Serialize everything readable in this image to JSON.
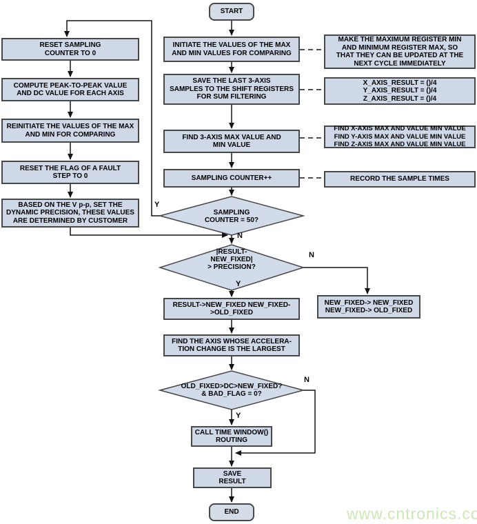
{
  "diagram": {
    "kind": "flowchart",
    "watermark": "www.cntronics.com",
    "colors": {
      "node_fill": "#ced8e6",
      "diamond_fill": "#d2dbe9",
      "node_border": "#474747",
      "arrow": "#141414",
      "watermark_text": "#cbe8b5"
    },
    "nodes": {
      "start": {
        "shape": "terminator",
        "text": "START"
      },
      "init_max_min": {
        "shape": "process",
        "text": "INITIATE THE VALUES OF THE MAX\nAND MIN VALUES FOR COMPARING"
      },
      "save_samples": {
        "shape": "process",
        "text": "SAVE THE LAST 3-AXIS\nSAMPLES TO THE SHIFT REGISTERS\nFOR SUM FILTERING"
      },
      "find_max_min": {
        "shape": "process",
        "text": "FIND 3-AXIS MAX VALUE AND\nMIN VALUE"
      },
      "sampling_counter_inc": {
        "shape": "process",
        "text": "SAMPLING COUNTER++"
      },
      "decision_counter_50": {
        "shape": "decision",
        "text": "SAMPLING\nCOUNTER = 50?"
      },
      "decision_precision": {
        "shape": "decision",
        "text": "|RESULT-\nNEW_FIXED|\n> PRECISION?"
      },
      "result_to_new_fixed": {
        "shape": "process",
        "text": "RESULT->NEW_FIXED NEW_FIXED-\n>OLD_FIXED"
      },
      "find_axis_largest": {
        "shape": "process",
        "text": "FIND THE AXIS WHOSE ACCELERA-\nTION CHANGE IS THE LARGEST"
      },
      "decision_old_dc_new": {
        "shape": "decision",
        "text": "OLD_FIXED>DC>NEW_FIXED?\n& BAD_FLAG = 0?"
      },
      "call_time_window": {
        "shape": "process",
        "text": "CALL TIME WINDOW()\nROUTING"
      },
      "save_result": {
        "shape": "process",
        "text": "SAVE\nRESULT"
      },
      "end": {
        "shape": "terminator",
        "text": "END"
      },
      "reset_sampling_counter": {
        "shape": "process",
        "text": "RESET SAMPLING\nCOUNTER TO 0"
      },
      "compute_peak_dc": {
        "shape": "process",
        "text": "COMPUTE PEAK-TO-PEAK VALUE\nAND DC VALUE FOR EACH AXIS"
      },
      "reinitiate_max_min": {
        "shape": "process",
        "text": "REINITIATE THE VALUES OF THE MAX\nAND MIN FOR COMPARING"
      },
      "reset_fault_flag": {
        "shape": "process",
        "text": "RESET THE FLAG OF A FAULT\nSTEP TO 0"
      },
      "set_dynamic_precision": {
        "shape": "process",
        "text": "BASED ON THE V p-p, SET THE\nDYNAMIC PRECISION, THESE VALUES\nARE DETERMINED BY CUSTOMER"
      },
      "note_make_register": {
        "shape": "annotation",
        "text": "MAKE THE MAXIMUM REGISTER MIN\nAND MINIMUM REGISTER MAX, SO\nTHAT THEY CAN BE UPDATED AT THE\nNEXT CYCLE IMMEDIATELY"
      },
      "note_axis_result": {
        "shape": "annotation",
        "text": "X_AXIS_RESULT = ()/4\nY_AXIS_RESULT = ()/4\nZ_AXIS_RESULT = ()/4"
      },
      "note_find_axis": {
        "shape": "annotation",
        "text": "FIND X-AXIS MAX AND VALUE MIN VALUE\nFIND Y-AXIS MAX AND VALUE MIN VALUE\nFIND Z-AXIS MAX AND VALUE MIN VALUE"
      },
      "note_record_times": {
        "shape": "annotation",
        "text": "RECORD THE SAMPLE TIMES"
      },
      "new_fixed_swap": {
        "shape": "process",
        "text": "NEW_FIXED-> NEW_FIXED\nNEW_FIXED-> OLD_FIXED"
      }
    },
    "branch_labels": {
      "counter50_yes": "Y",
      "counter50_no": "N",
      "precision_no": "N",
      "precision_yes": "Y",
      "window_yes": "Y",
      "window_no": "N"
    }
  }
}
